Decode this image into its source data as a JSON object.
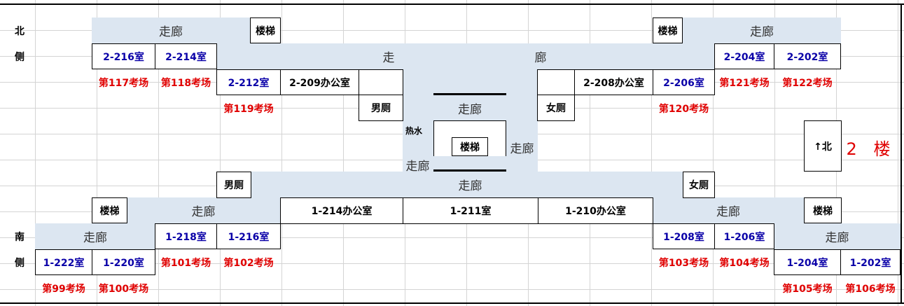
{
  "side_labels": {
    "north_1": "北",
    "north_2": "侧",
    "south_1": "南",
    "south_2": "侧"
  },
  "corridor": "走廊",
  "corridor_chars": {
    "zou": "走",
    "lang": "廊"
  },
  "stairs": "楼梯",
  "restrooms": {
    "male": "男厕",
    "female": "女厕"
  },
  "hot_water": "热水",
  "north_arrow": "↑北",
  "floor_label": "2 楼",
  "rooms": {
    "r2_216": "2-216室",
    "r2_214": "2-214室",
    "r2_212": "2-212室",
    "r2_209": "2-209办公室",
    "r2_208": "2-208办公室",
    "r2_206": "2-206室",
    "r2_204": "2-204室",
    "r2_202": "2-202室",
    "r1_222": "1-222室",
    "r1_220": "1-220室",
    "r1_218": "1-218室",
    "r1_216": "1-216室",
    "r1_214": "1-214办公室",
    "r1_211": "1-211室",
    "r1_210": "1-210办公室",
    "r1_208": "1-208室",
    "r1_206": "1-206室",
    "r1_204": "1-204室",
    "r1_202": "1-202室"
  },
  "exam_rooms": {
    "e117": "第117考场",
    "e118": "第118考场",
    "e119": "第119考场",
    "e120": "第120考场",
    "e121": "第121考场",
    "e122": "第122考场",
    "e99": "第99考场",
    "e100": "第100考场",
    "e101": "第101考场",
    "e102": "第102考场",
    "e103": "第103考场",
    "e104": "第104考场",
    "e105": "第105考场",
    "e106": "第106考场"
  },
  "colors": {
    "corridor_fill": "#dce6f1",
    "room_text": "#0a00a8",
    "exam_text": "#e00000"
  }
}
